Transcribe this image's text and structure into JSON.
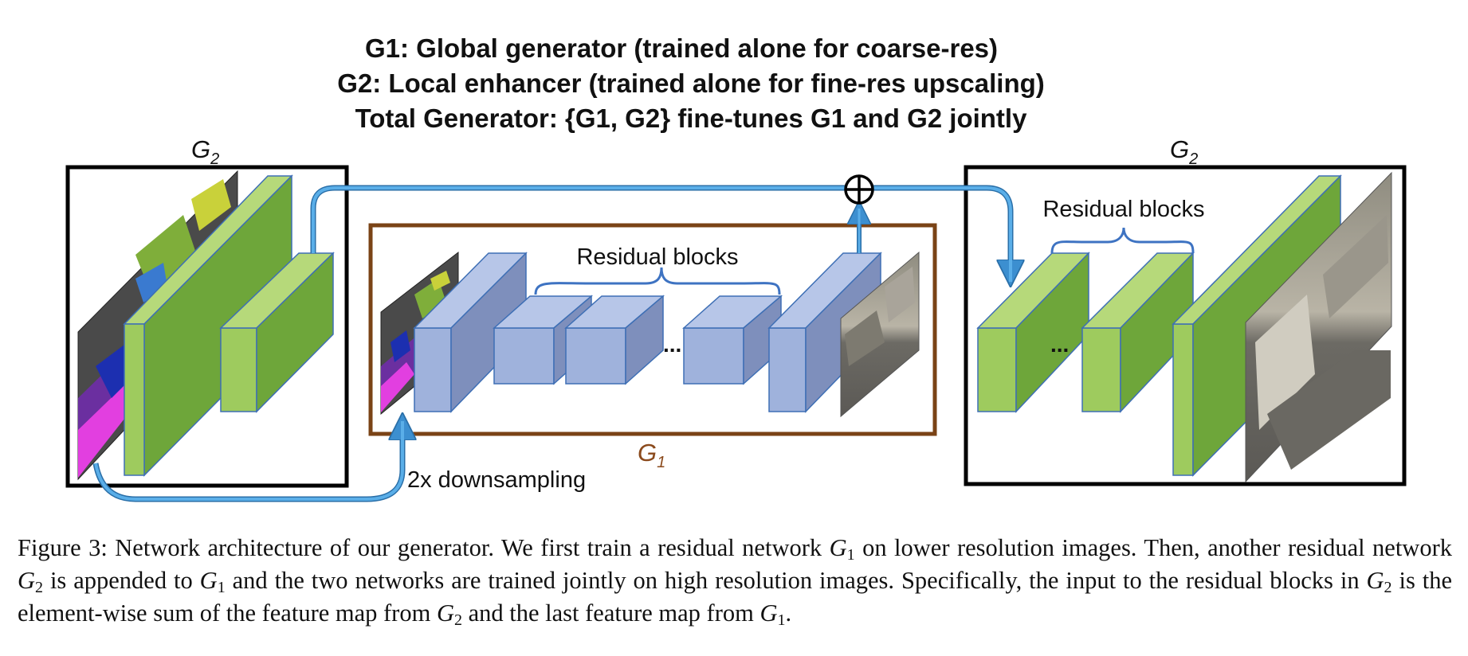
{
  "figure_title": {
    "line1": "G1: Global generator (trained alone for coarse-res)",
    "line2": "G2: Local enhancer (trained alone for fine-res upscaling)",
    "line3": "Total Generator: {G1, G2} fine-tunes G1 and G2 jointly"
  },
  "diagram": {
    "g2_left_label": "G",
    "g2_left_sub": "2",
    "g2_right_label": "G",
    "g2_right_sub": "2",
    "g1_label": "G",
    "g1_sub": "1",
    "residual_blocks_inner": "Residual blocks",
    "residual_blocks_right": "Residual blocks",
    "downsampling_label": "2x downsampling",
    "dots_inner": "...",
    "dots_right": "...",
    "colors": {
      "green_front": "#9ecb5e",
      "green_side": "#6ea63a",
      "green_top": "#b6d97a",
      "blue_front": "#9fb2dc",
      "blue_side": "#7e8fbc",
      "blue_top": "#b7c6e8",
      "arrow": "#3c8fd0",
      "g1_frame": "#7a4316",
      "frame": "#000000"
    }
  },
  "caption": {
    "p1": "Figure 3: Network architecture of our generator. We first train a residual network ",
    "g1a": "G",
    "g1a_sub": "1",
    "p2": " on lower resolution images. Then, another residual network ",
    "g2a": "G",
    "g2a_sub": "2",
    "p3": " is appended to ",
    "g1b": "G",
    "g1b_sub": "1",
    "p4": " and the two networks are trained jointly on high resolution images. Specifically, the input to the residual blocks in ",
    "g2b": "G",
    "g2b_sub": "2",
    "p5": " is the element-wise sum of the feature map from ",
    "g2c": "G",
    "g2c_sub": "2",
    "p6": " and the last feature map from ",
    "g1c": "G",
    "g1c_sub": "1",
    "p7": "."
  }
}
